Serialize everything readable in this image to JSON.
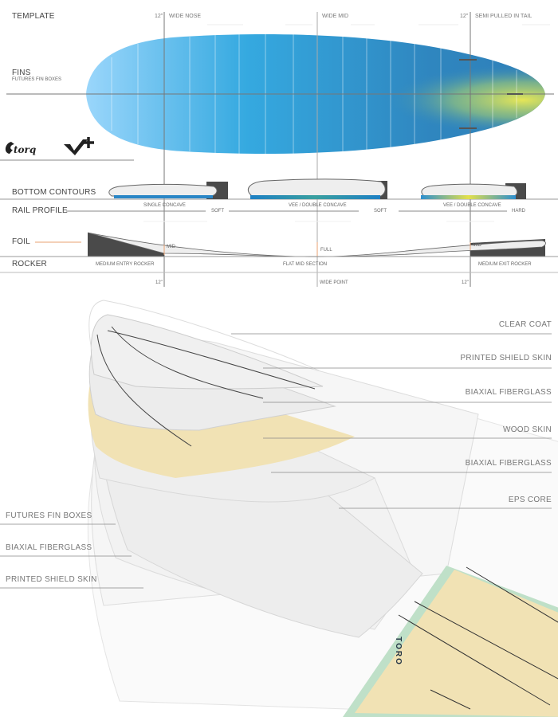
{
  "spec": {
    "template": {
      "label": "TEMPLATE",
      "nose_mark": "12\"",
      "nose": "WIDE NOSE",
      "mid": "WIDE MID",
      "tail_mark": "12\"",
      "tail": "SEMI PULLED IN TAIL"
    },
    "fins": {
      "label": "FINS",
      "sub": "FUTURES FIN BOXES"
    },
    "logos": [
      "torq",
      "V+"
    ],
    "bottom_contours": {
      "label": "BOTTOM  CONTOURS",
      "items": [
        "SINGLE CONCAVE",
        "VEE / DOUBLE CONCAVE",
        "VEE / DOUBLE CONCAVE"
      ]
    },
    "rail_profile": {
      "label": "RAIL PROFILE",
      "items": [
        "SOFT",
        "SOFT",
        "HARD"
      ]
    },
    "foil": {
      "label": "FOIL",
      "items": [
        "MID",
        "FULL",
        "MID"
      ]
    },
    "rocker": {
      "label": "ROCKER",
      "items": [
        "MEDIUM ENTRY ROCKER",
        "FLAT MID SECTION",
        "MEDIUM EXIT ROCKER"
      ]
    },
    "bottom_marks": [
      "12\"",
      "WIDE POINT",
      "12\""
    ]
  },
  "layers": {
    "right": [
      "CLEAR COAT",
      "PRINTED SHIELD SKIN",
      "BIAXIAL FIBERGLASS",
      "WOOD SKIN",
      "BIAXIAL FIBERGLASS",
      "EPS CORE"
    ],
    "left": [
      "FUTURES FIN BOXES",
      "BIAXIAL FIBERGLASS",
      "PRINTED SHIELD SKIN"
    ],
    "brand": "TORO"
  },
  "colors": {
    "board_blue": "#2e8fc9",
    "board_light": "#8fd0f7",
    "tail_yellow": "#e0e35a",
    "wood": "#f1e2b4",
    "rail_green": "#bfe0c8",
    "dark": "#4a4a4a",
    "foil_accent": "#e8a070"
  }
}
